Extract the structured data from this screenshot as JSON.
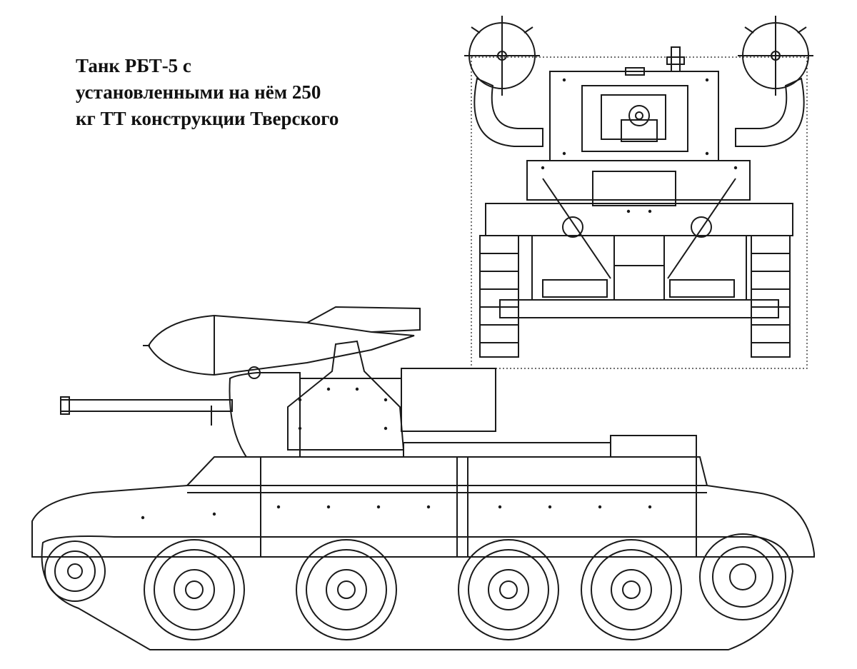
{
  "caption": {
    "lines": [
      "Танк РБТ-5 с",
      "установленными на нём 250",
      "кг ТТ конструкции Тверского"
    ]
  },
  "colors": {
    "ink": "#1a1a1a",
    "paper": "#ffffff"
  }
}
